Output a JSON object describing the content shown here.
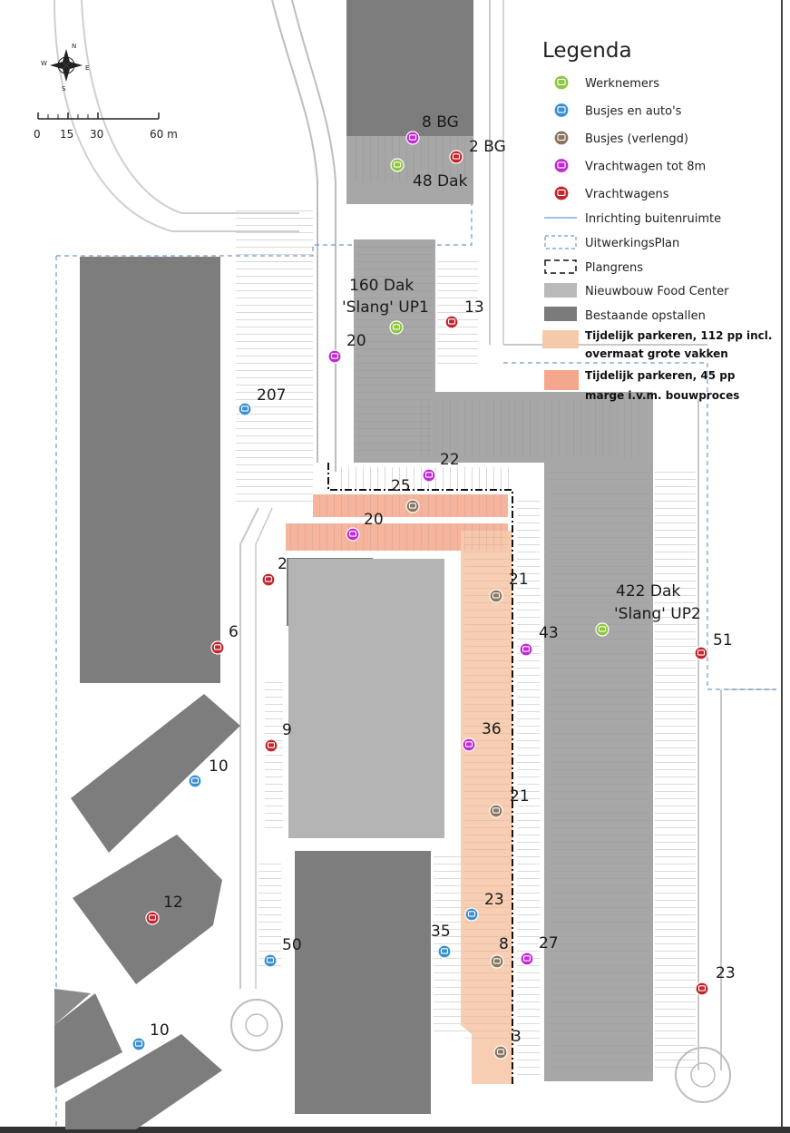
{
  "legend": {
    "title": "Legenda",
    "icons": [
      {
        "label": "Werknemers",
        "color": "#8dc63f"
      },
      {
        "label": "Busjes en auto's",
        "color": "#3a8fd0"
      },
      {
        "label": "Busjes (verlengd)",
        "color": "#8a7560"
      },
      {
        "label": "Vrachtwagen tot 8m",
        "color": "#c02bd1"
      },
      {
        "label": "Vrachtwagens",
        "color": "#c0262e"
      }
    ],
    "lines": [
      {
        "label": "Inrichting buitenruimte"
      },
      {
        "label": "UitwerkingsPlan"
      },
      {
        "label": "Plangrens"
      }
    ],
    "fills": [
      {
        "label": "Nieuwbouw Food Center",
        "color": "#b9b9b9"
      },
      {
        "label": "Bestaande opstallen",
        "color": "#7b7b7b"
      },
      {
        "line1": "Tijdelijk parkeren, 112 pp incl.",
        "line2": "overmaat grote vakken",
        "color": "#f7c9ab"
      },
      {
        "line1": "Tijdelijk parkeren, 45 pp",
        "line2": "marge i.v.m. bouwproces",
        "color": "#f4a78c"
      }
    ]
  },
  "scale": {
    "ticks": [
      "0",
      "15",
      "30",
      "60 m"
    ]
  },
  "compass": {
    "n": "N",
    "e": "E",
    "s": "S",
    "w": "W"
  },
  "labels": {
    "bg8": "8 BG",
    "bg2": "2 BG",
    "dak48": "48 Dak",
    "dak160a": "160 Dak",
    "dak160b": "'Slang' UP1",
    "n13": "13",
    "n20a": "20",
    "n207": "207",
    "n22": "22",
    "n25": "25",
    "n20b": "20",
    "n2": "2",
    "n21a": "21",
    "dak422a": "422 Dak",
    "dak422b": "'Slang' UP2",
    "n43": "43",
    "n51": "51",
    "n6": "6",
    "n9": "9",
    "n10a": "10",
    "n36": "36",
    "n21b": "21",
    "n12": "12",
    "n23a": "23",
    "n35": "35",
    "n50": "50",
    "n8": "8",
    "n27": "27",
    "n23b": "23",
    "n10b": "10",
    "n3": "3"
  }
}
